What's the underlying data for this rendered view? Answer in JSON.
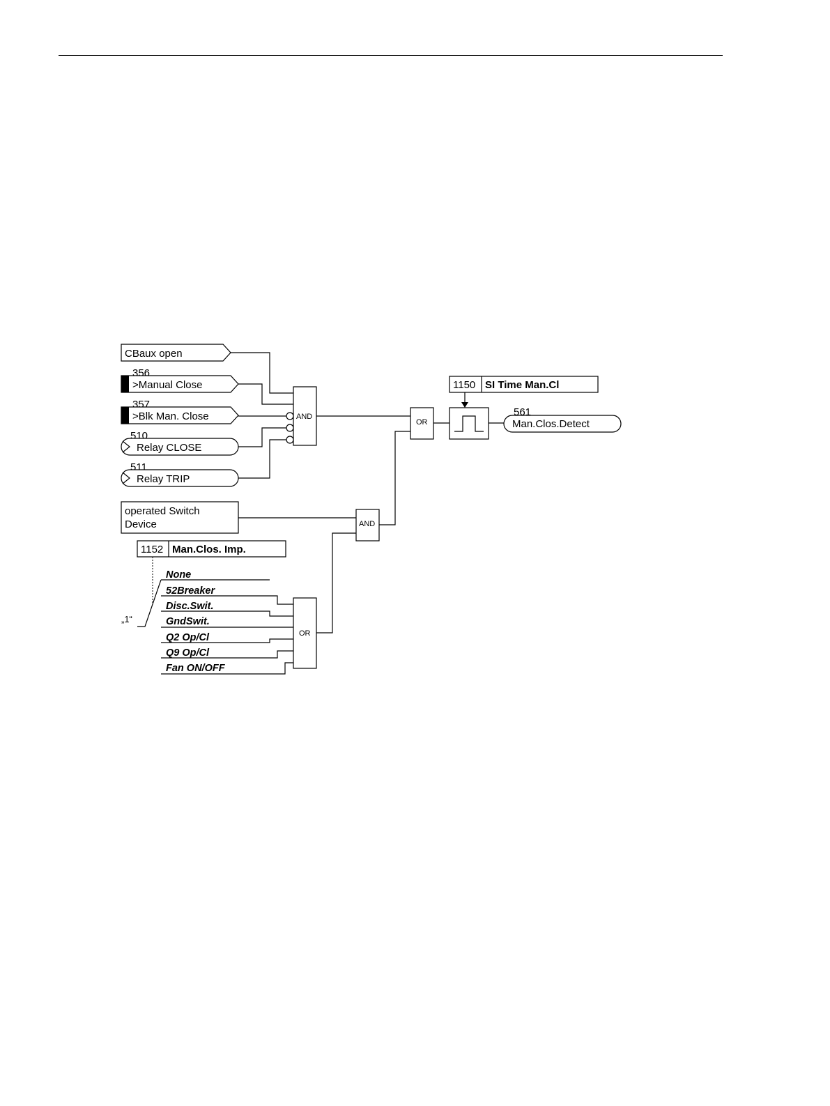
{
  "diagram": {
    "inputs": {
      "cbaux_open": "CBaux open",
      "manual_close": {
        "number": "356",
        "label": ">Manual Close"
      },
      "blk_man_close": {
        "number": "357",
        "label": ">Blk Man. Close"
      },
      "relay_close": {
        "number": "510",
        "label": "Relay CLOSE"
      },
      "relay_trip": {
        "number": "511",
        "label": "Relay TRIP"
      },
      "operated_switch": {
        "line1": "operated Switch",
        "line2": "Device"
      }
    },
    "gates": {
      "and_main": "AND",
      "or_main": "OR",
      "and_switch": "AND",
      "or_select": "OR"
    },
    "timer_param": {
      "number": "1150",
      "label": "SI Time Man.Cl"
    },
    "output": {
      "number": "561",
      "label": "Man.Clos.Detect"
    },
    "imp_param": {
      "number": "1152",
      "label": "Man.Clos. Imp."
    },
    "selector_value": "„1“",
    "options": [
      "None",
      "52Breaker",
      "Disc.Swit.",
      "GndSwit.",
      "Q2 Op/Cl",
      "Q9 Op/Cl",
      "Fan ON/OFF"
    ]
  }
}
